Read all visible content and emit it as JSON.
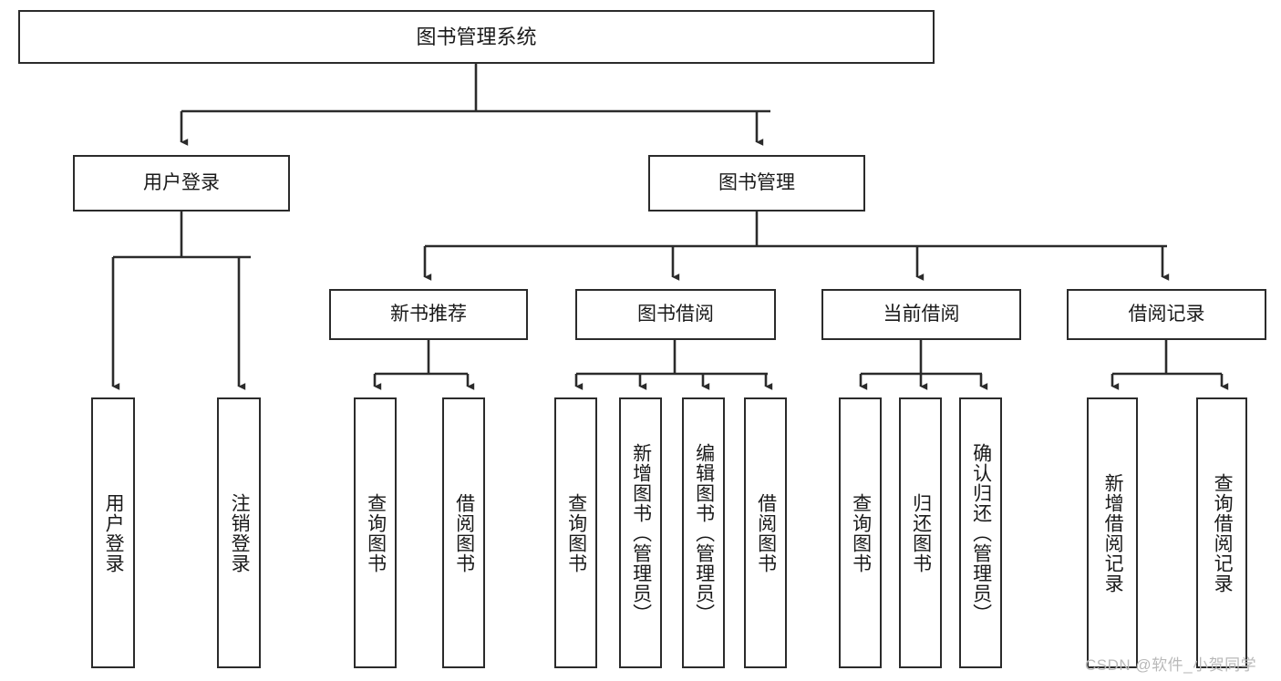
{
  "diagram": {
    "type": "tree-hierarchy-chart",
    "title": "图书管理系统",
    "stroke_color": "#2b2b2b",
    "fill_color": "#ffffff",
    "text_color": "#1a1a1a",
    "levels": {
      "root": {
        "label": "图书管理系统"
      },
      "level2": [
        {
          "label": "用户登录"
        },
        {
          "label": "图书管理"
        }
      ],
      "level3": [
        {
          "label": "新书推荐"
        },
        {
          "label": "图书借阅"
        },
        {
          "label": "当前借阅"
        },
        {
          "label": "借阅记录"
        }
      ],
      "leaves": [
        {
          "label": "用户登录",
          "parent": "用户登录"
        },
        {
          "label": "注销登录",
          "parent": "用户登录"
        },
        {
          "label": "查询图书",
          "parent": "新书推荐"
        },
        {
          "label": "借阅图书",
          "parent": "新书推荐"
        },
        {
          "label": "查询图书",
          "parent": "图书借阅"
        },
        {
          "label": "新增图书（管理员）",
          "parent": "图书借阅"
        },
        {
          "label": "编辑图书（管理员）",
          "parent": "图书借阅"
        },
        {
          "label": "借阅图书",
          "parent": "图书借阅"
        },
        {
          "label": "查询图书",
          "parent": "当前借阅"
        },
        {
          "label": "归还图书",
          "parent": "当前借阅"
        },
        {
          "label": "确认归还（管理员）",
          "parent": "当前借阅"
        },
        {
          "label": "新增借阅记录",
          "parent": "借阅记录"
        },
        {
          "label": "查询借阅记录",
          "parent": "借阅记录"
        }
      ]
    }
  },
  "watermark": {
    "text": "CSDN @软件_小贺同学"
  }
}
